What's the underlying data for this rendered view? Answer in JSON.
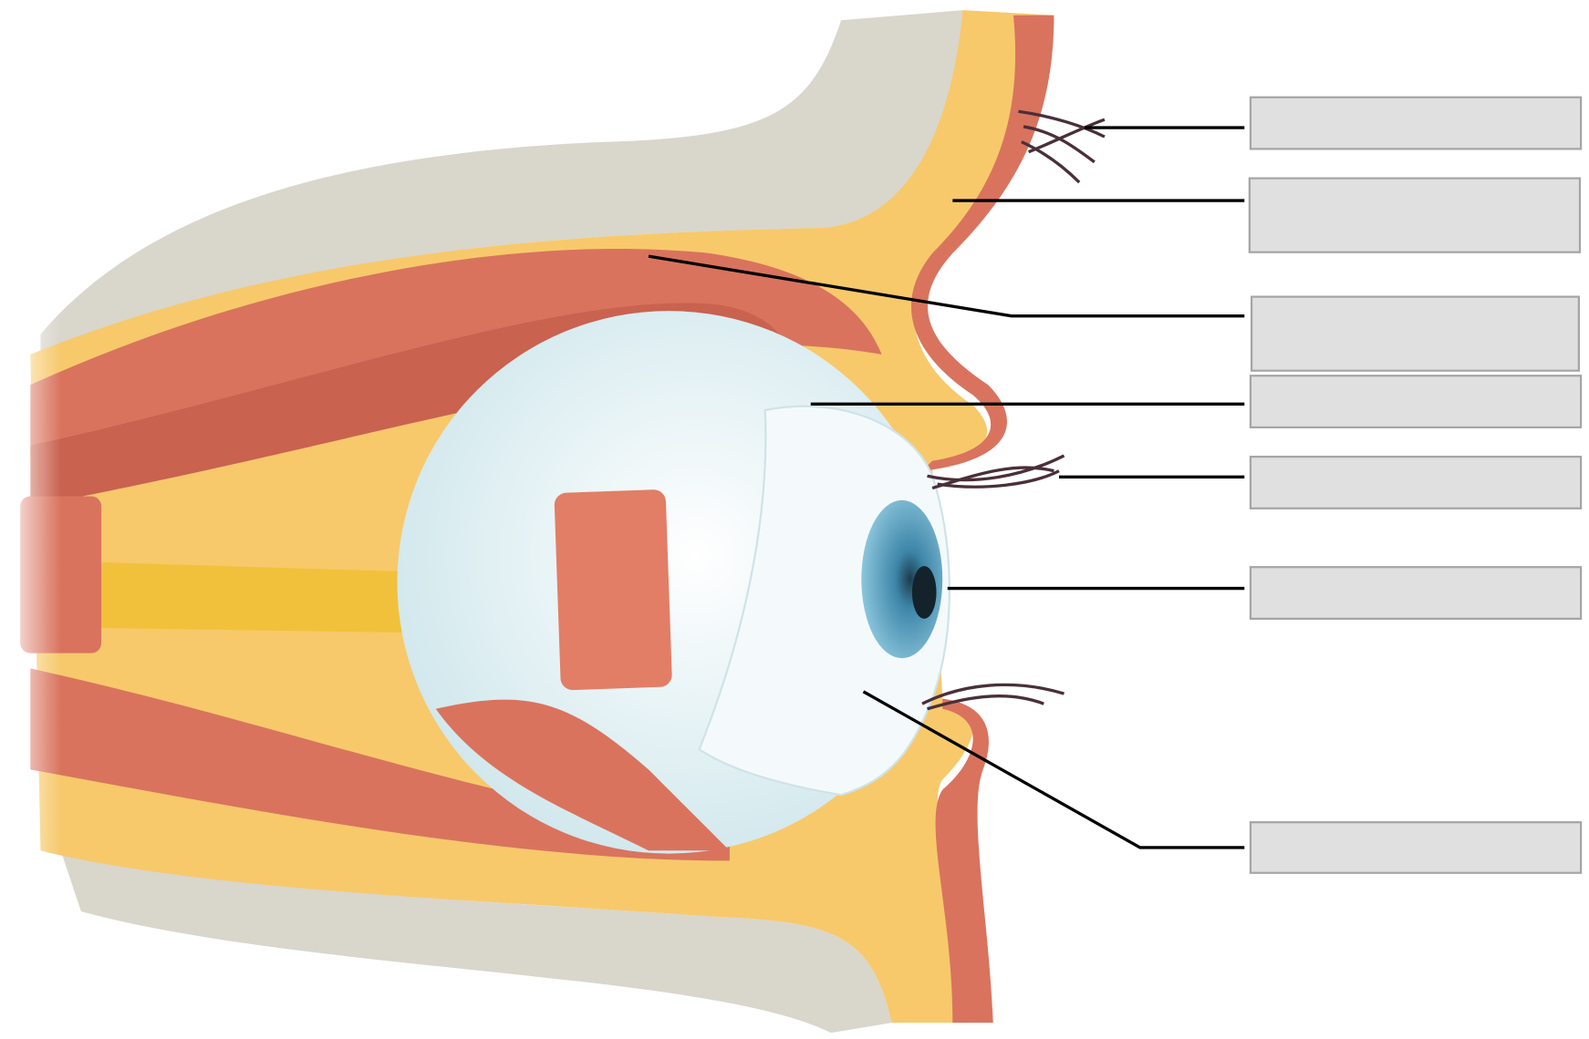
{
  "diagram": {
    "subject": "eye-anatomy-sagittal",
    "label_boxes": [
      {
        "id": "box-1",
        "text": ""
      },
      {
        "id": "box-2",
        "text": ""
      },
      {
        "id": "box-3",
        "text": ""
      },
      {
        "id": "box-4",
        "text": ""
      },
      {
        "id": "box-5",
        "text": ""
      },
      {
        "id": "box-6",
        "text": ""
      },
      {
        "id": "box-7",
        "text": ""
      }
    ],
    "colors": {
      "bone": "#d9d6cc",
      "fat": "#f7c96b",
      "muscle": "#d9735e",
      "sclera": "#e8f4f6",
      "iris": "#5aa3c4",
      "label_box_fill": "#e0e0e0",
      "label_box_border": "#a5a5a5",
      "leader_line": "#000000"
    }
  }
}
